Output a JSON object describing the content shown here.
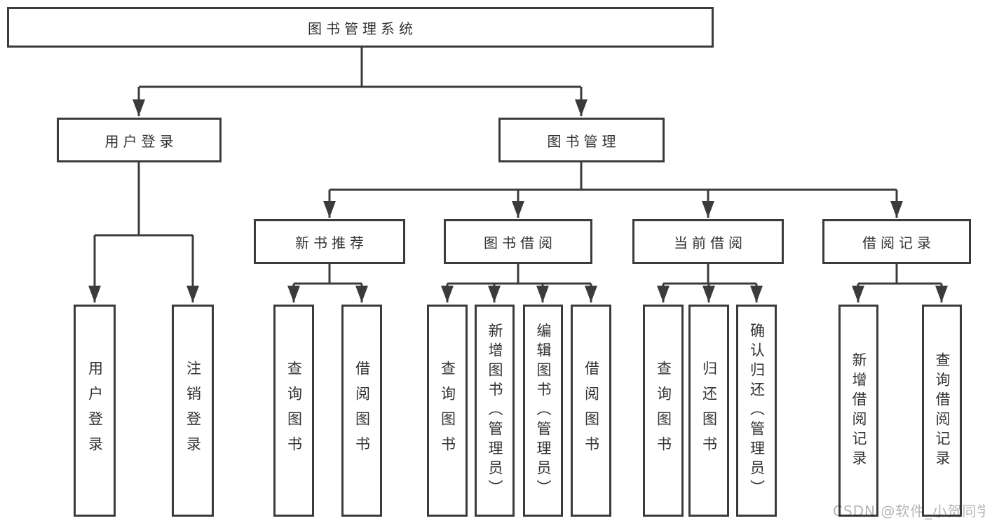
{
  "diagram": {
    "root": {
      "label": "图书管理系统"
    },
    "branches": [
      {
        "label": "用户登录",
        "children": [
          {
            "label": "用户登录"
          },
          {
            "label": "注销登录"
          }
        ]
      },
      {
        "label": "图书管理",
        "children": [
          {
            "label": "新书推荐",
            "children": [
              {
                "label": "查询图书"
              },
              {
                "label": "借阅图书"
              }
            ]
          },
          {
            "label": "图书借阅",
            "children": [
              {
                "label": "查询图书"
              },
              {
                "label": "新增图书（管理员）"
              },
              {
                "label": "编辑图书（管理员）"
              },
              {
                "label": "借阅图书"
              }
            ]
          },
          {
            "label": "当前借阅",
            "children": [
              {
                "label": "查询图书"
              },
              {
                "label": "归还图书"
              },
              {
                "label": "确认归还（管理员）"
              }
            ]
          },
          {
            "label": "借阅记录",
            "children": [
              {
                "label": "新增借阅记录"
              },
              {
                "label": "查询借阅记录"
              }
            ]
          }
        ]
      }
    ]
  },
  "watermark": {
    "text": "CSDN @软件_小贺同学"
  },
  "colors": {
    "line": "#3b3b3b",
    "box_border": "#3b3b3b",
    "box_fill": "#ffffff",
    "text": "#333333",
    "watermark": "#b5b5b5",
    "background": "#ffffff"
  }
}
